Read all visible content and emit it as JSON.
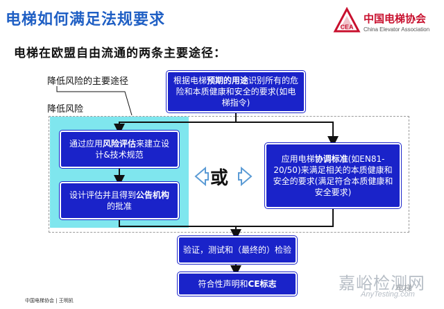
{
  "header": {
    "title": "电梯如何满足法规要求",
    "subtitle": "电梯在欧盟自由流通的两条主要途径："
  },
  "logo": {
    "mark_text": "CEA",
    "name_cn": "中国电梯协会",
    "name_en": "China Elevator Association"
  },
  "labels": {
    "main_route": "降低风险的主要途径",
    "reduce_risk": "降低风险"
  },
  "boxes": {
    "top": {
      "pre": "根据电梯",
      "bold": "预期的用途",
      "post": "识别所有的危险和本质健康和安全的要求(如电梯指令)"
    },
    "risk": {
      "pre": "通过应用",
      "bold": "风险评估",
      "post": "来建立设计&技术规范"
    },
    "assess": {
      "pre": "设计评估并且得到",
      "bold": "公告机构",
      "post": "的批准"
    },
    "standard": {
      "pre": "应用电梯",
      "bold": "协调标准",
      "post": "(如EN81-20/50)来满足相关的本质健康和安全的要求(满足符合本质健康和安全要求)"
    },
    "verify": {
      "text": "验证，测试和（最终的）检验"
    },
    "ce": {
      "pre": "符合性声明和",
      "bold": "CE标志"
    }
  },
  "or_text": "或",
  "watermark": {
    "cn": "嘉峪检测网",
    "en": "AnyTesting.com",
    "small": "电梯"
  },
  "footer": "中国电梯协会 | 王明凯",
  "colors": {
    "title_blue": "#1f5fc4",
    "box_blue": "#1a23c9",
    "panel_cyan": "#7fe6ee",
    "logo_red": "#c8102e"
  }
}
